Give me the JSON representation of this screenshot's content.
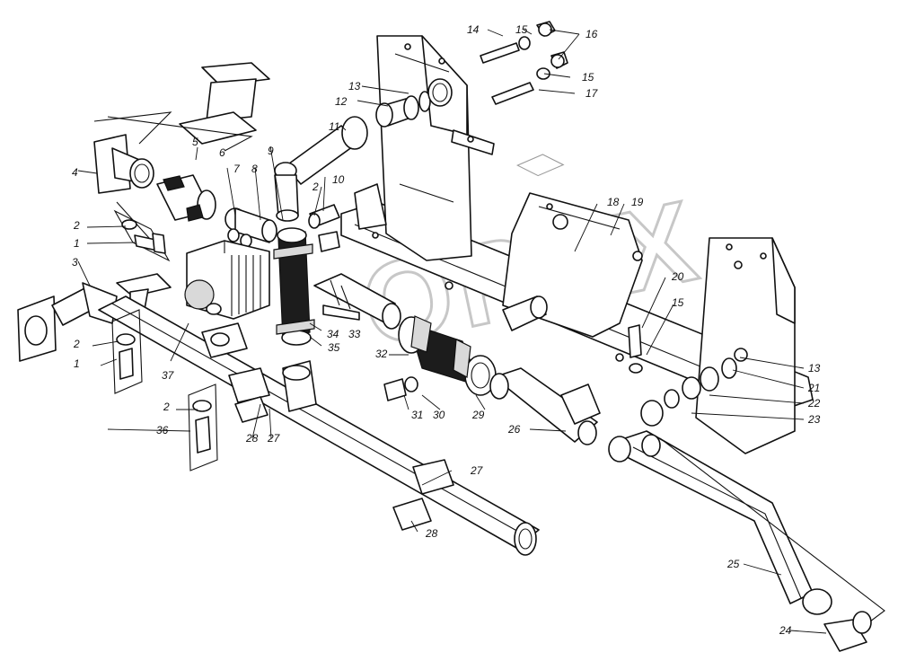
{
  "watermark": "ОРЕХ",
  "callouts": [
    "1",
    "2",
    "3",
    "4",
    "5",
    "6",
    "7",
    "8",
    "9",
    "10",
    "11",
    "12",
    "13",
    "14",
    "15",
    "16",
    "17",
    "18",
    "19",
    "20",
    "21",
    "22",
    "23",
    "24",
    "25",
    "26",
    "27",
    "28",
    "29",
    "30",
    "31",
    "32",
    "33",
    "34",
    "35",
    "36",
    "37"
  ]
}
